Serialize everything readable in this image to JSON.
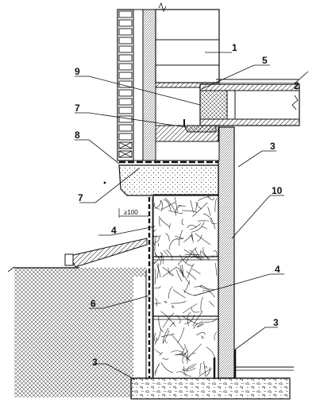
{
  "callouts": {
    "c1": "1",
    "c2": "2",
    "c3_top": "3",
    "c3_right": "3",
    "c3_bottom": "3",
    "c4_left": "4",
    "c4_right": "4",
    "c5": "5",
    "c6": "6",
    "c7_upper": "7",
    "c7_lower": "7",
    "c8": "8",
    "c9": "9",
    "c10": "10"
  },
  "dimension": {
    "min_depth": "≥100"
  },
  "colors": {
    "line": "#111111",
    "background": "#ffffff"
  }
}
